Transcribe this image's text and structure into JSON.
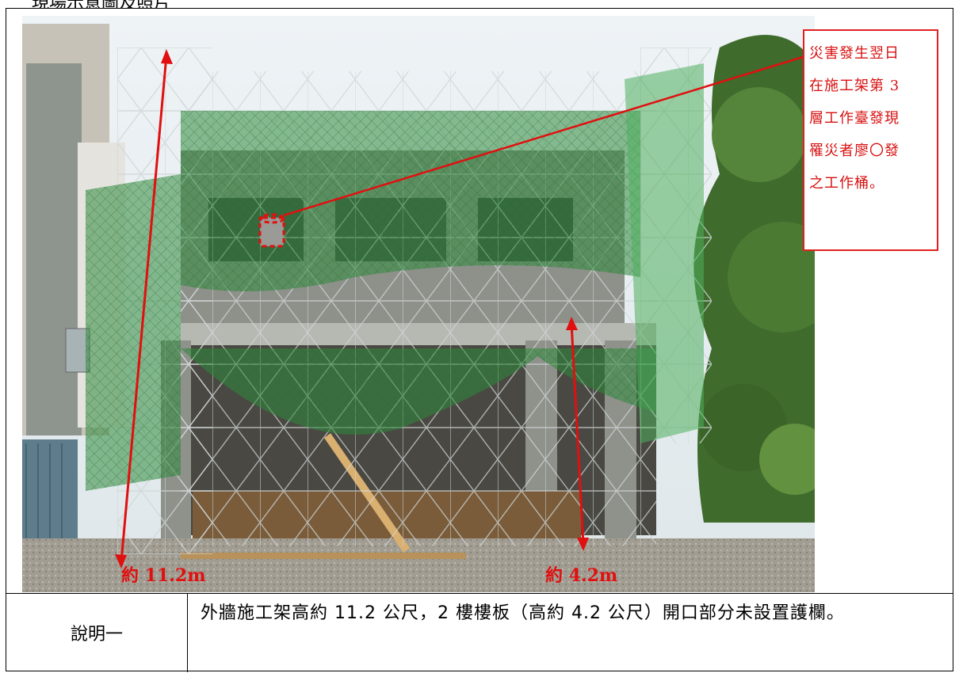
{
  "header": {
    "text": "現場示意圖及照片"
  },
  "photo": {
    "alt": "construction site photo with scaffolding and green safety net",
    "measure_left": "約 11.2m",
    "measure_right": "約 4.2m",
    "accent_color": "#e01010"
  },
  "callout": {
    "lines": [
      "災害發生翌日",
      "在施工架第 3",
      "層工作臺發現",
      "罹災者廖〇發",
      "之工作桶。"
    ]
  },
  "table": {
    "label": "說明一",
    "description": "外牆施工架高約 11.2 公尺，2 樓樓板（高約 4.2 公尺）開口部分未設置護欄。"
  }
}
